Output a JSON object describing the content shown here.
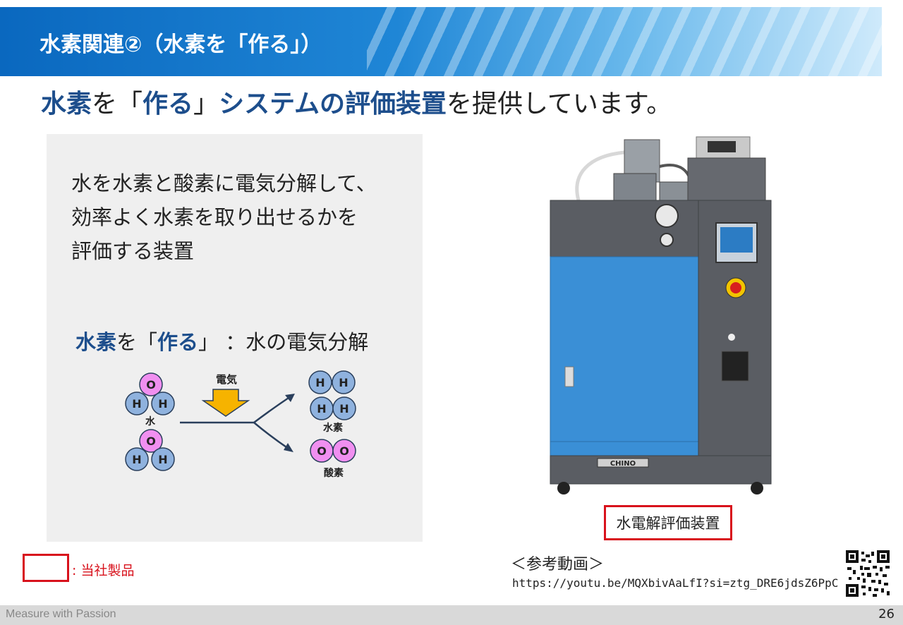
{
  "header": {
    "title": "水素関連②（水素を「作る」）"
  },
  "headline": {
    "part1": "水素",
    "part2": "を「",
    "part3": "作る",
    "part4": "」",
    "part5": "システムの評価装置",
    "part6": "を提供しています。"
  },
  "panel": {
    "description": [
      "水を水素と酸素に電気分解して、",
      "効率よく水素を取り出せるかを",
      "評価する装置"
    ],
    "subhead": {
      "part1": "水素",
      "part2": "を「",
      "part3": "作る",
      "part4": "」 ：",
      "part5": "水の電気分解"
    }
  },
  "diagram": {
    "electricity_label": "電気",
    "water_label": "水",
    "hydrogen_label": "水素",
    "oxygen_label": "酸素",
    "atom_h": "H",
    "atom_o": "O",
    "colors": {
      "h_atom": "#8fb2de",
      "o_atom": "#f08ff0",
      "arrow": "#f6b300",
      "line": "#2a3f5c"
    }
  },
  "machine": {
    "brand": "CHINO",
    "colors": {
      "body": "#3a8fd6",
      "frame": "#5a5d63"
    }
  },
  "product_label": "水電解評価装置",
  "legend": {
    "text": ": 当社製品"
  },
  "reference": {
    "title": "＜参考動画＞",
    "url": "https://youtu.be/MQXbivAaLfI?si=ztg_DRE6jdsZ6PpC"
  },
  "footer": {
    "tagline": "Measure with Passion",
    "page_number": "26"
  },
  "accent_color": "#1d4e8c",
  "highlight_color": "#d8121c"
}
